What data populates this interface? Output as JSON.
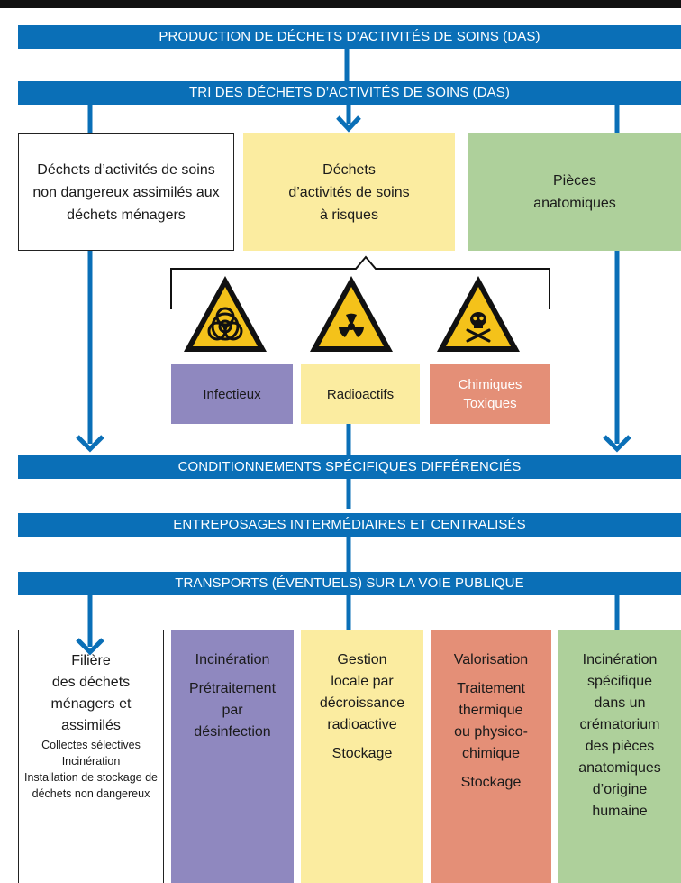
{
  "bands": {
    "production": "PRODUCTION DE DÉCHETS D’ACTIVITÉS DE SOINS (DAS)",
    "tri": "TRI DES DÉCHETS D’ACTIVITÉS DE SOINS (DAS)",
    "conditionnements": "CONDITIONNEMENTS SPÉCIFIQUES DIFFÉRENCIÉS",
    "entreposages": "ENTREPOSAGES INTERMÉDIAIRES ET CENTRALISÉS",
    "transports": "TRANSPORTS (ÉVENTUELS) SUR LA VOIE PUBLIQUE"
  },
  "categories": {
    "non_dangereux": [
      "Déchets d’activités de soins",
      "non dangereux assimilés aux",
      "déchets ménagers"
    ],
    "a_risques": [
      "Déchets",
      "d’activités de soins",
      "à risques"
    ],
    "anatomiques": [
      "Pièces",
      "anatomiques"
    ]
  },
  "risk_types": {
    "infectieux": "Infectieux",
    "radioactifs": "Radioactifs",
    "chimiques": [
      "Chimiques",
      "Toxiques"
    ]
  },
  "hazard_symbols": [
    "biohazard-icon",
    "radiation-icon",
    "skull-crossbones-icon"
  ],
  "filieres": {
    "menagers": {
      "title": [
        "Filière",
        "des déchets",
        "ménagers et",
        "assimilés"
      ],
      "details": [
        "Collectes sélectives",
        "Incinération",
        "Installation de stockage de",
        "déchets non dangereux"
      ]
    },
    "infectieux": {
      "title": "Incinération",
      "lines": [
        "Prétraitement",
        "par",
        "désinfection"
      ]
    },
    "radioactifs": {
      "lines": [
        "Gestion",
        "locale par",
        "décroissance",
        "radioactive"
      ],
      "extra": "Stockage"
    },
    "chimiques": {
      "title": "Valorisation",
      "lines": [
        "Traitement",
        "thermique",
        "ou physico-",
        "chimique"
      ],
      "extra": "Stockage"
    },
    "anatomiques": {
      "lines": [
        "Incinération",
        "spécifique",
        "dans un",
        "crématorium",
        "des pièces",
        "anatomiques",
        "d’origine",
        "humaine"
      ]
    }
  },
  "colors": {
    "band_blue": "#0a6fb7",
    "yellow": "#fbeca0",
    "green": "#aed09b",
    "purple": "#8f88bf",
    "salmon": "#e48f77"
  }
}
